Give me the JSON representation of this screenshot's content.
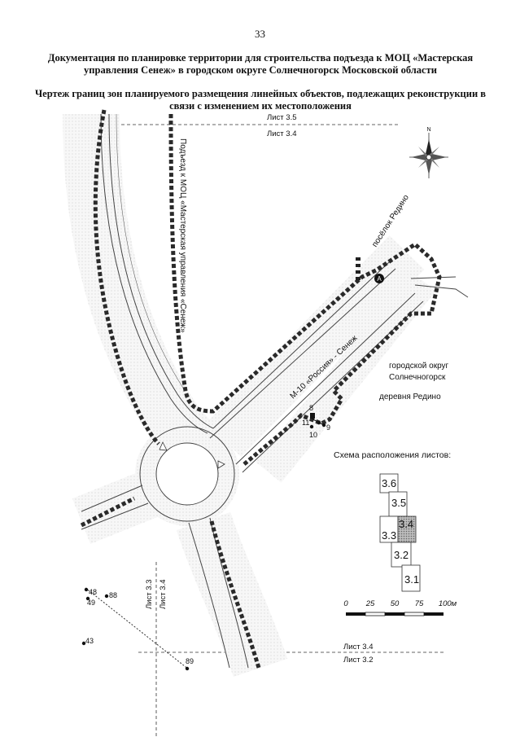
{
  "page_number": "33",
  "document_title": "Документация по планировке территории для строительства подъезда к МОЦ «Мастерская управления Сенеж» в городском округе Солнечногорск Московской области",
  "drawing_title": "Чертеж границ зон планируемого размещения линейных объектов, подлежащих реконструкции в связи с изменением их местоположения",
  "sheet_refs": {
    "top_upper": "Лист 3.5",
    "top_lower": "Лист 3.4",
    "left_upper": "Лист 3.3",
    "left_lower": "Лист 3.4",
    "bottom_upper": "Лист 3.4",
    "bottom_lower": "Лист 3.2"
  },
  "map_labels": {
    "access_road": "Подъезд к МОЦ «Мастерская управления «Сенеж»",
    "settlement": "посёлок Редино",
    "highway": "М-10 «Россия» - Сенеж",
    "district_line1": "городской округ",
    "district_line2": "Солнечногорск",
    "village": "деревня Редино",
    "compass_n": "N",
    "point_a": "A"
  },
  "points": [
    "8",
    "11",
    "9",
    "10",
    "48",
    "49",
    "88",
    "43",
    "89"
  ],
  "inset": {
    "title": "Схема расположения листов:",
    "sheets": [
      "3.6",
      "3.5",
      "3.4",
      "3.3",
      "3.2",
      "3.1"
    ],
    "highlighted": "3.4"
  },
  "scale_bar": {
    "ticks": [
      "0",
      "25",
      "50",
      "75",
      "100м"
    ]
  },
  "colors": {
    "boundary": "#2a2a2a",
    "road_fill": "#f2f2f2",
    "ink": "#111111"
  },
  "icons": [
    "compass-rose-icon"
  ]
}
